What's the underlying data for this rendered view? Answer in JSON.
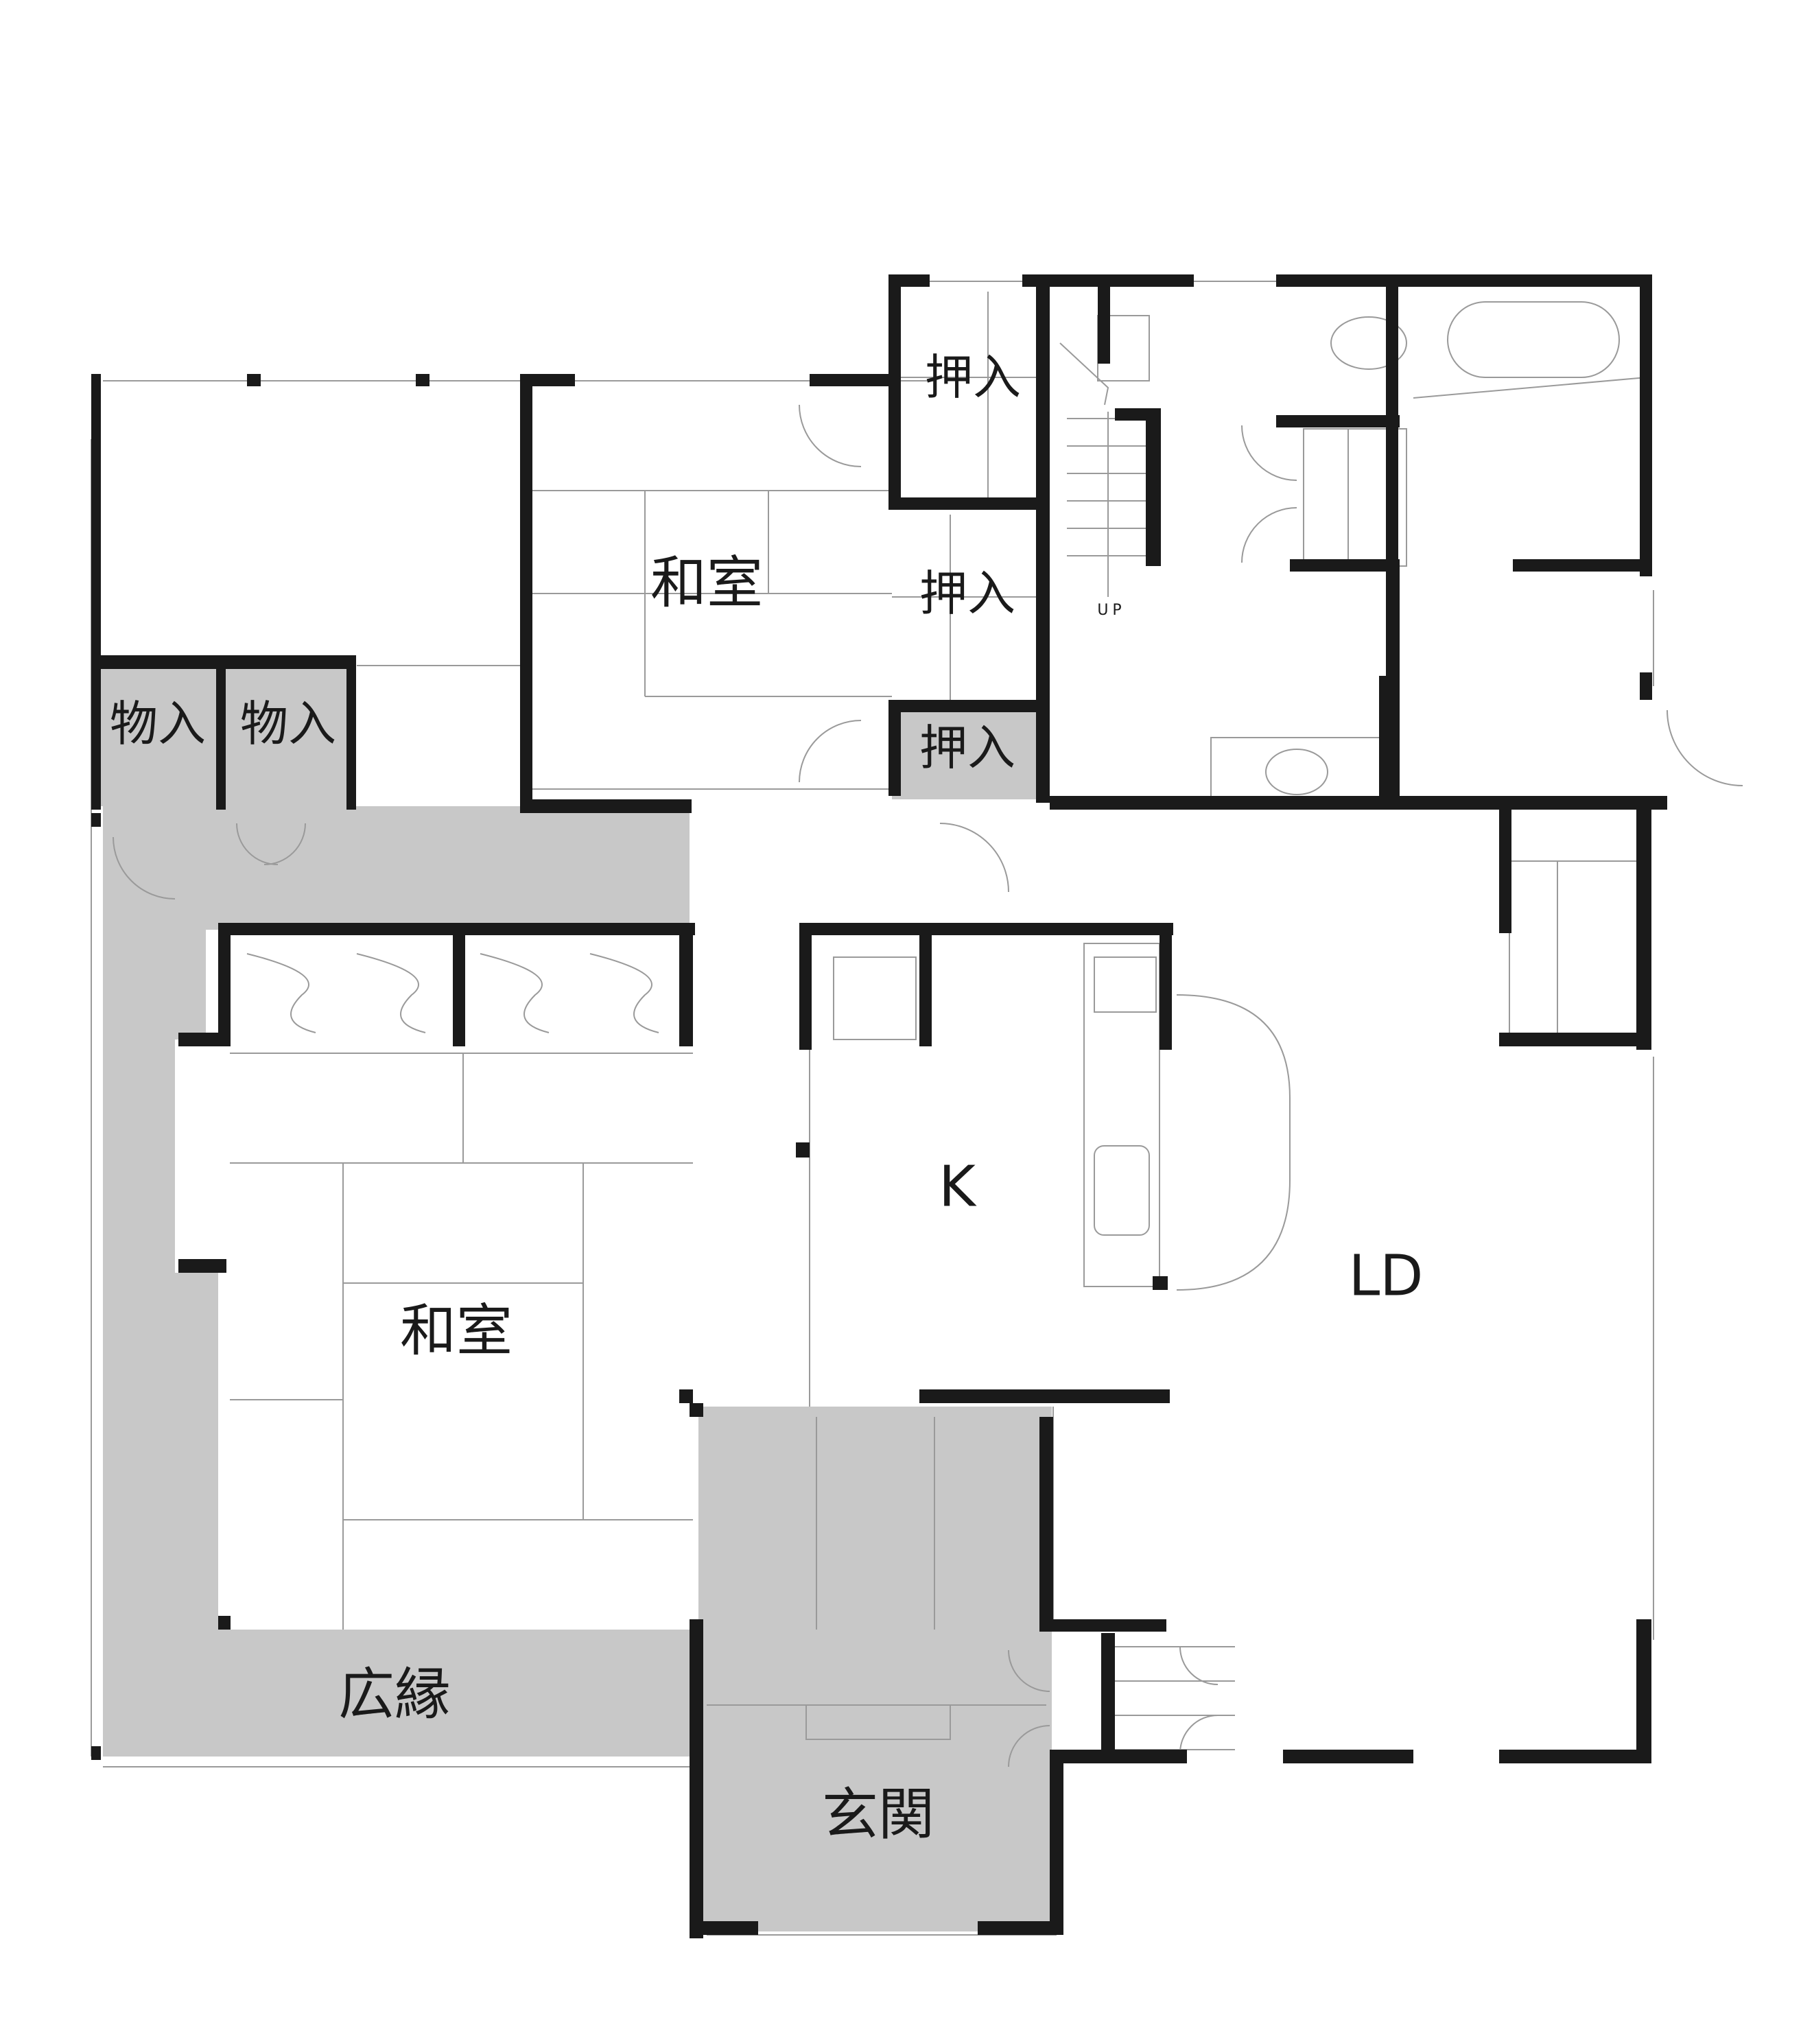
{
  "rooms": {
    "washitsu_upper": "和室",
    "oshiire_1": "押入",
    "oshiire_2": "押入",
    "oshiire_3": "押入",
    "monoire_1": "物入",
    "monoire_2": "物入",
    "washitsu_lower": "和室",
    "kitchen": "K",
    "living_dining": "LD",
    "hiroen": "広縁",
    "genkan": "玄関"
  },
  "stair_label": "UP",
  "colors": {
    "wall": "#1a1a1a",
    "shaded_floor": "#c8c8c8",
    "thin_line": "#9a9a9a",
    "background": "#ffffff"
  }
}
